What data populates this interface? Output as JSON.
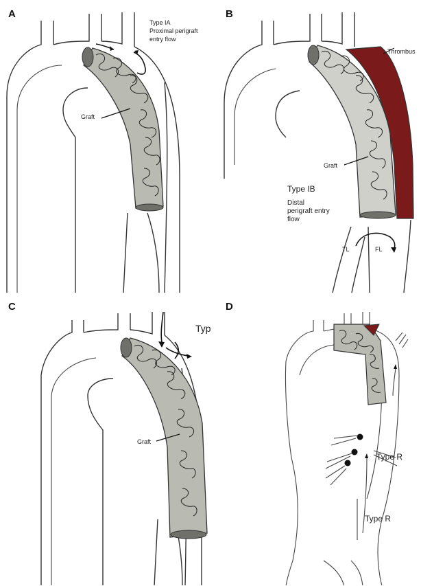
{
  "panels": {
    "a": {
      "letter": "A",
      "type_label": "Type IA",
      "desc_line1": "Proximal perigraft",
      "desc_line2": "entry flow",
      "graft_label": "Graft"
    },
    "b": {
      "letter": "B",
      "thrombus_label": "Thrombus",
      "graft_label": "Graft",
      "type_label": "Type IB",
      "desc_line1": "Distal",
      "desc_line2": "perigraft entry",
      "desc_line3": "flow",
      "tl_label": "TL",
      "fl_label": "FL"
    },
    "c": {
      "letter": "C",
      "type_label": "Type II",
      "graft_label": "Graft"
    },
    "d": {
      "letter": "D",
      "type_label_upper": "Type R",
      "type_label_lower": "Type R"
    }
  },
  "colors": {
    "graft_fill": "#b9bab2",
    "graft_light_fill": "#cfd0ca",
    "thrombus_fill": "#7a1a1a",
    "vessel_stroke": "#333333"
  }
}
